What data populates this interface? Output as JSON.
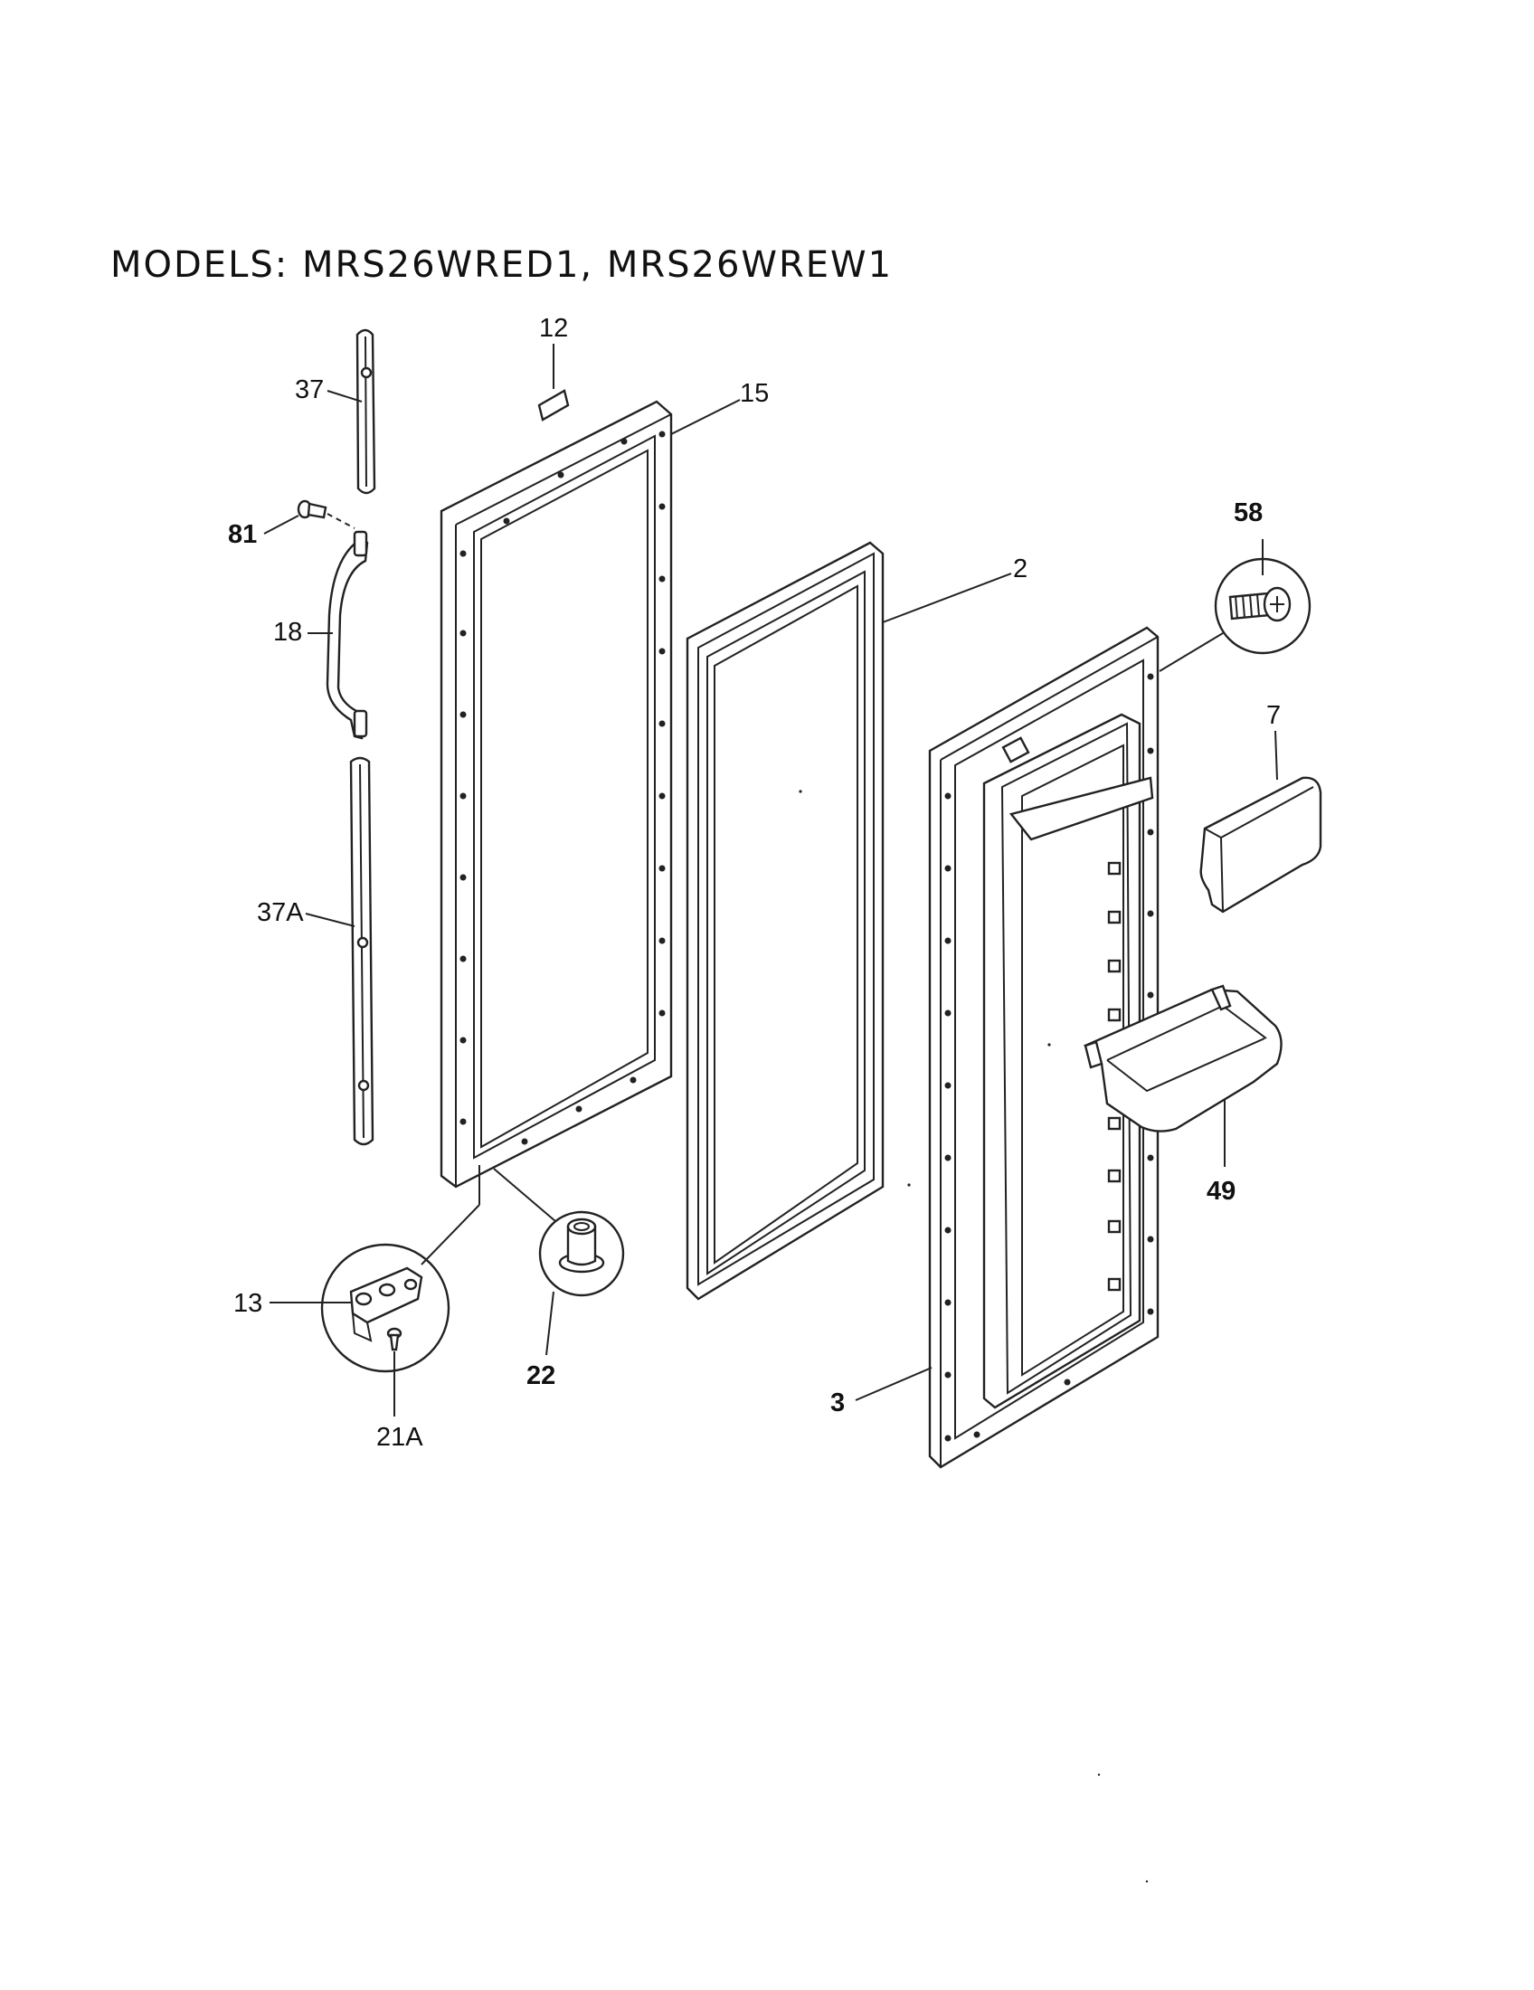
{
  "title": "MODELS: MRS26WRED1, MRS26WREW1",
  "callouts": {
    "p37": "37",
    "p81": "81",
    "p18": "18",
    "p37A": "37A",
    "p13": "13",
    "p21A": "21A",
    "p22": "22",
    "p12": "12",
    "p15": "15",
    "p2": "2",
    "p3": "3",
    "p58": "58",
    "p7": "7",
    "p49": "49"
  }
}
